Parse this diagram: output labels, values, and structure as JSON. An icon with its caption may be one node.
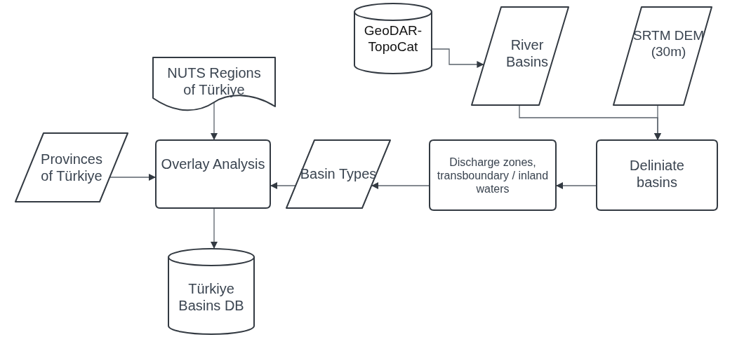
{
  "diagram": {
    "nodes": [
      {
        "text": [
          "NUTS Regions of Türkiye"
        ]
      },
      {
        "text": [
          "GeoDAR-TopoCat"
        ]
      },
      {
        "text": [
          "River Basins"
        ]
      },
      {
        "text": [
          "SRTM DEM (30m)"
        ]
      },
      {
        "text": [
          "Provinces of Türkiye"
        ]
      },
      {
        "text": [
          "Overlay Analysis"
        ]
      },
      {
        "text": [
          "Basin Types"
        ]
      },
      {
        "text": [
          "Discharge zones, transboundary / inland waters"
        ]
      },
      {
        "text": [
          "Deliniate basins"
        ]
      },
      {
        "text": [
          "Türkiye Basins DB"
        ]
      }
    ],
    "edges": [
      {
        "from": 1,
        "to": 2,
        "arrow": "to"
      },
      {
        "from": 2,
        "to": 8,
        "arrow": "to"
      },
      {
        "from": 3,
        "to": 8,
        "arrow": "to"
      },
      {
        "from": 0,
        "to": 5,
        "arrow": "to"
      },
      {
        "from": 4,
        "to": 5,
        "arrow": "to"
      },
      {
        "from": 6,
        "to": 5,
        "arrow": "to"
      },
      {
        "from": 7,
        "to": 6,
        "arrow": "to"
      },
      {
        "from": 8,
        "to": 7,
        "arrow": "to"
      },
      {
        "from": 5,
        "to": 9,
        "arrow": "to"
      }
    ]
  }
}
